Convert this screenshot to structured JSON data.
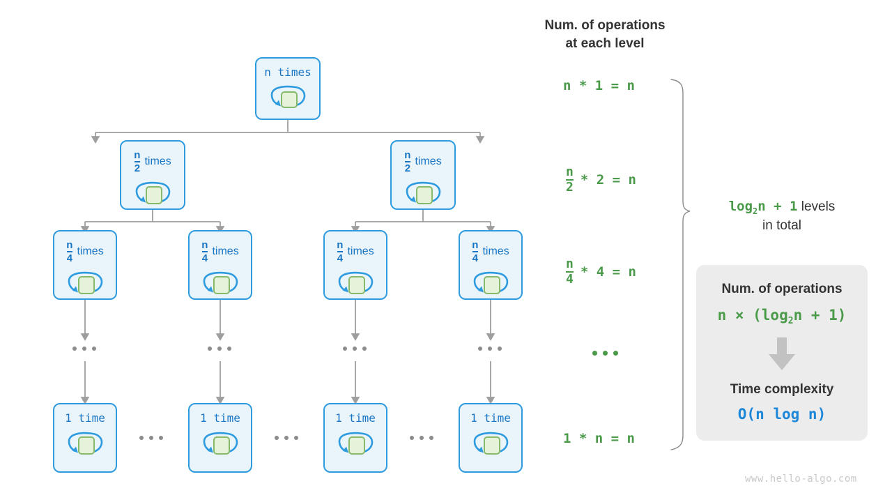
{
  "colors": {
    "node_fill": "#eaf4fb",
    "node_border": "#2e9bdf",
    "node_text": "#1976c4",
    "inner_square_fill": "#e6f2da",
    "inner_square_border": "#86b96a",
    "edge_gray": "#9e9e9e",
    "green_text": "#4a9a4a",
    "dark_text": "#333333",
    "blue_text": "#1c86d8",
    "summary_box_bg": "#ececec",
    "watermark": "#c9c9c9"
  },
  "tree": {
    "levels": [
      {
        "level": 1,
        "nodes": [
          {
            "id": "L1-1",
            "label": "n times",
            "type": "plain",
            "numerator": "",
            "denominator": ""
          }
        ]
      },
      {
        "level": 2,
        "nodes": [
          {
            "id": "L2-1",
            "label": "times",
            "type": "fraction",
            "numerator": "n",
            "denominator": "2"
          },
          {
            "id": "L2-2",
            "label": "times",
            "type": "fraction",
            "numerator": "n",
            "denominator": "2"
          }
        ]
      },
      {
        "level": 3,
        "nodes": [
          {
            "id": "L3-1",
            "label": "times",
            "type": "fraction",
            "numerator": "n",
            "denominator": "4"
          },
          {
            "id": "L3-2",
            "label": "times",
            "type": "fraction",
            "numerator": "n",
            "denominator": "4"
          },
          {
            "id": "L3-3",
            "label": "times",
            "type": "fraction",
            "numerator": "n",
            "denominator": "4"
          },
          {
            "id": "L3-4",
            "label": "times",
            "type": "fraction",
            "numerator": "n",
            "denominator": "4"
          }
        ]
      },
      {
        "level": 4,
        "nodes": [
          {
            "id": "L4-1",
            "label": "1 time",
            "type": "plain",
            "numerator": "",
            "denominator": ""
          },
          {
            "id": "L4-2",
            "label": "1 time",
            "type": "plain",
            "numerator": "",
            "denominator": ""
          },
          {
            "id": "L4-3",
            "label": "1 time",
            "type": "plain",
            "numerator": "",
            "denominator": ""
          },
          {
            "id": "L4-4",
            "label": "1 time",
            "type": "plain",
            "numerator": "",
            "denominator": ""
          }
        ]
      }
    ]
  },
  "operations_column": {
    "title_line1": "Num. of operations",
    "title_line2": "at each level",
    "rows": [
      {
        "id": "row1",
        "type": "plain",
        "text": "n * 1 = n",
        "numerator": "",
        "denominator": "",
        "rest": ""
      },
      {
        "id": "row2",
        "type": "fraction",
        "text": "",
        "numerator": "n",
        "denominator": "2",
        "rest": "* 2 = n"
      },
      {
        "id": "row3",
        "type": "fraction",
        "text": "",
        "numerator": "n",
        "denominator": "4",
        "rest": "* 4 = n"
      },
      {
        "id": "row4",
        "type": "dots",
        "text": "",
        "numerator": "",
        "denominator": "",
        "rest": ""
      },
      {
        "id": "row5",
        "type": "plain",
        "text": "1 * n = n",
        "numerator": "",
        "denominator": "",
        "rest": ""
      }
    ]
  },
  "levels_total": {
    "expression_prefix": "log",
    "expression_sub": "2",
    "expression_suffix": "n + 1",
    "text_after": "levels",
    "text_line2": "in total"
  },
  "summary_box": {
    "heading1": "Num. of operations",
    "expression1_prefix": "n × (log",
    "expression1_sub": "2",
    "expression1_suffix": "n + 1)",
    "arrow_icon": "down-arrow-icon",
    "heading2": "Time complexity",
    "expression2": "O(n log n)"
  },
  "watermark": {
    "text": "www.hello-algo.com"
  }
}
